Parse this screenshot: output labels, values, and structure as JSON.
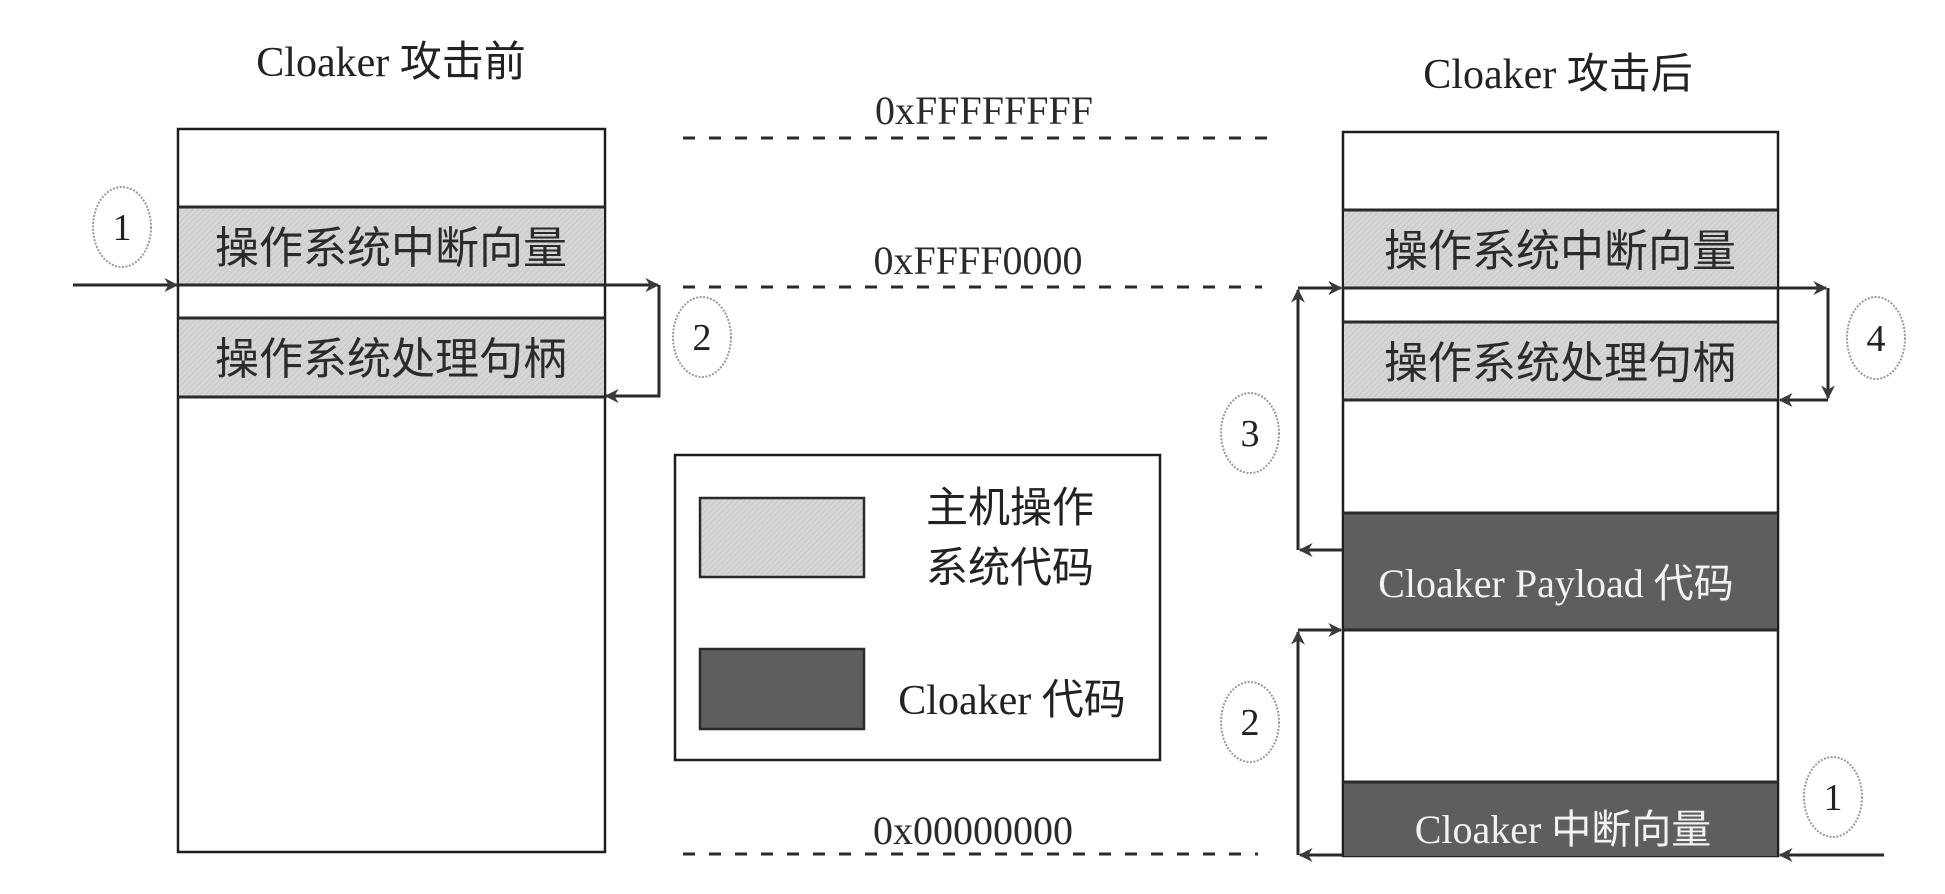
{
  "colors": {
    "host_os_code": "#cfcfcf",
    "cloaker_code": "#5e5e5e",
    "line": "#2a2a2a",
    "step_circle": "#9a9a9a"
  },
  "addresses": {
    "top": "0xFFFFFFFF",
    "mid": "0xFFFF0000",
    "bottom": "0x00000000"
  },
  "before": {
    "title": "Cloaker 攻击前",
    "bands": [
      {
        "label": "操作系统中断向量",
        "kind": "host_os_code"
      },
      {
        "label": "操作系统处理句柄",
        "kind": "host_os_code"
      }
    ],
    "steps": [
      "1",
      "2"
    ]
  },
  "after": {
    "title": "Cloaker 攻击后",
    "bands": [
      {
        "label": "操作系统中断向量",
        "kind": "host_os_code"
      },
      {
        "label": "操作系统处理句柄",
        "kind": "host_os_code"
      },
      {
        "label": "Cloaker Payload 代码",
        "kind": "cloaker_code"
      },
      {
        "label": "Cloaker 中断向量",
        "kind": "cloaker_code"
      }
    ],
    "steps": [
      "1",
      "2",
      "3",
      "4"
    ]
  },
  "legend": {
    "items": [
      {
        "label_line1": "主机操作",
        "label_line2": "系统代码",
        "kind": "host_os_code"
      },
      {
        "label": "Cloaker 代码",
        "kind": "cloaker_code"
      }
    ]
  }
}
